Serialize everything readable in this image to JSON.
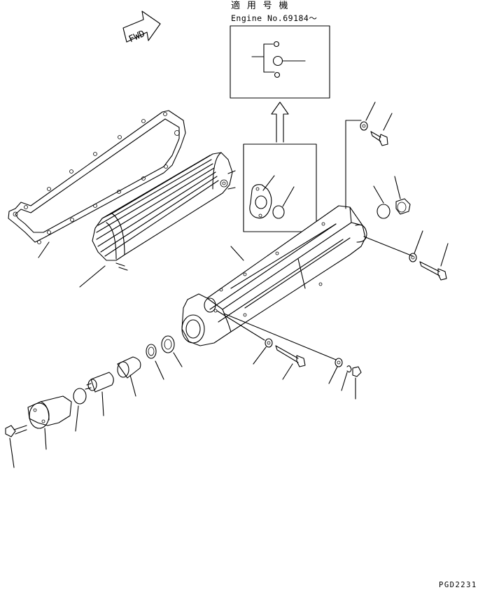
{
  "applicability": {
    "title": "適 用 号 機",
    "engine_serial": "Engine No.69184～"
  },
  "direction_arrow": {
    "label": "FWD"
  },
  "drawing_code": "PGD2231"
}
